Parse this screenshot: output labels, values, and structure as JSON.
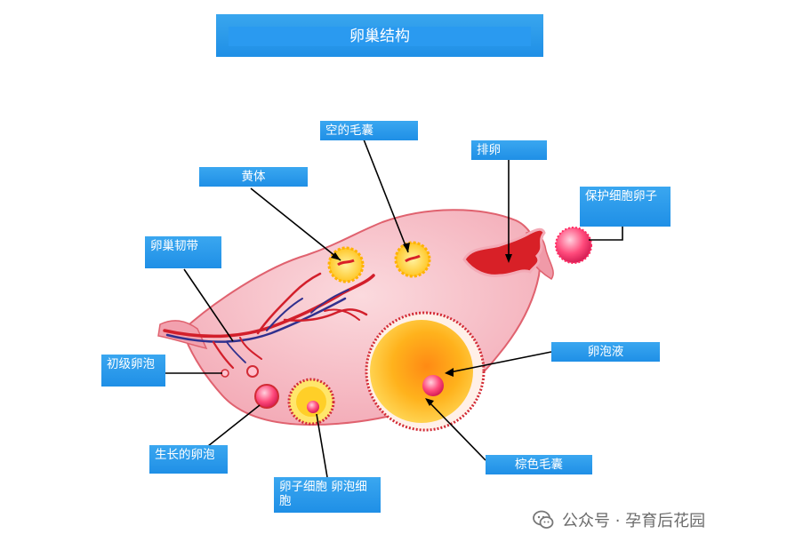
{
  "title": "卵巢结构",
  "labels": {
    "empty_follicle": "空的毛囊",
    "ovulation": "排卵",
    "corpus_luteum": "黄体",
    "protected_egg": "保护细胞卵子",
    "ligament": "卵巢韧带",
    "primary_follicle": "初级卵泡",
    "follicular_fluid": "卵泡液",
    "growing_follicle": "生长的卵泡",
    "egg_cell": "卵子细胞 卵泡细胞",
    "brown_follicle": "棕色毛囊"
  },
  "watermark": {
    "text": "公众号 · 孕育后花园",
    "icon": "wechat-icon"
  },
  "colors": {
    "label_bg": "#2a9af0",
    "ovary_fill": "#f6b9c3",
    "ovary_stroke": "#e0626f",
    "follicle_yellow": "#ffc61a",
    "follicle_orange": "#ff9a17",
    "egg_pink": "#ff3f75",
    "vessel_red": "#d21f2b",
    "vessel_blue": "#30308e"
  }
}
